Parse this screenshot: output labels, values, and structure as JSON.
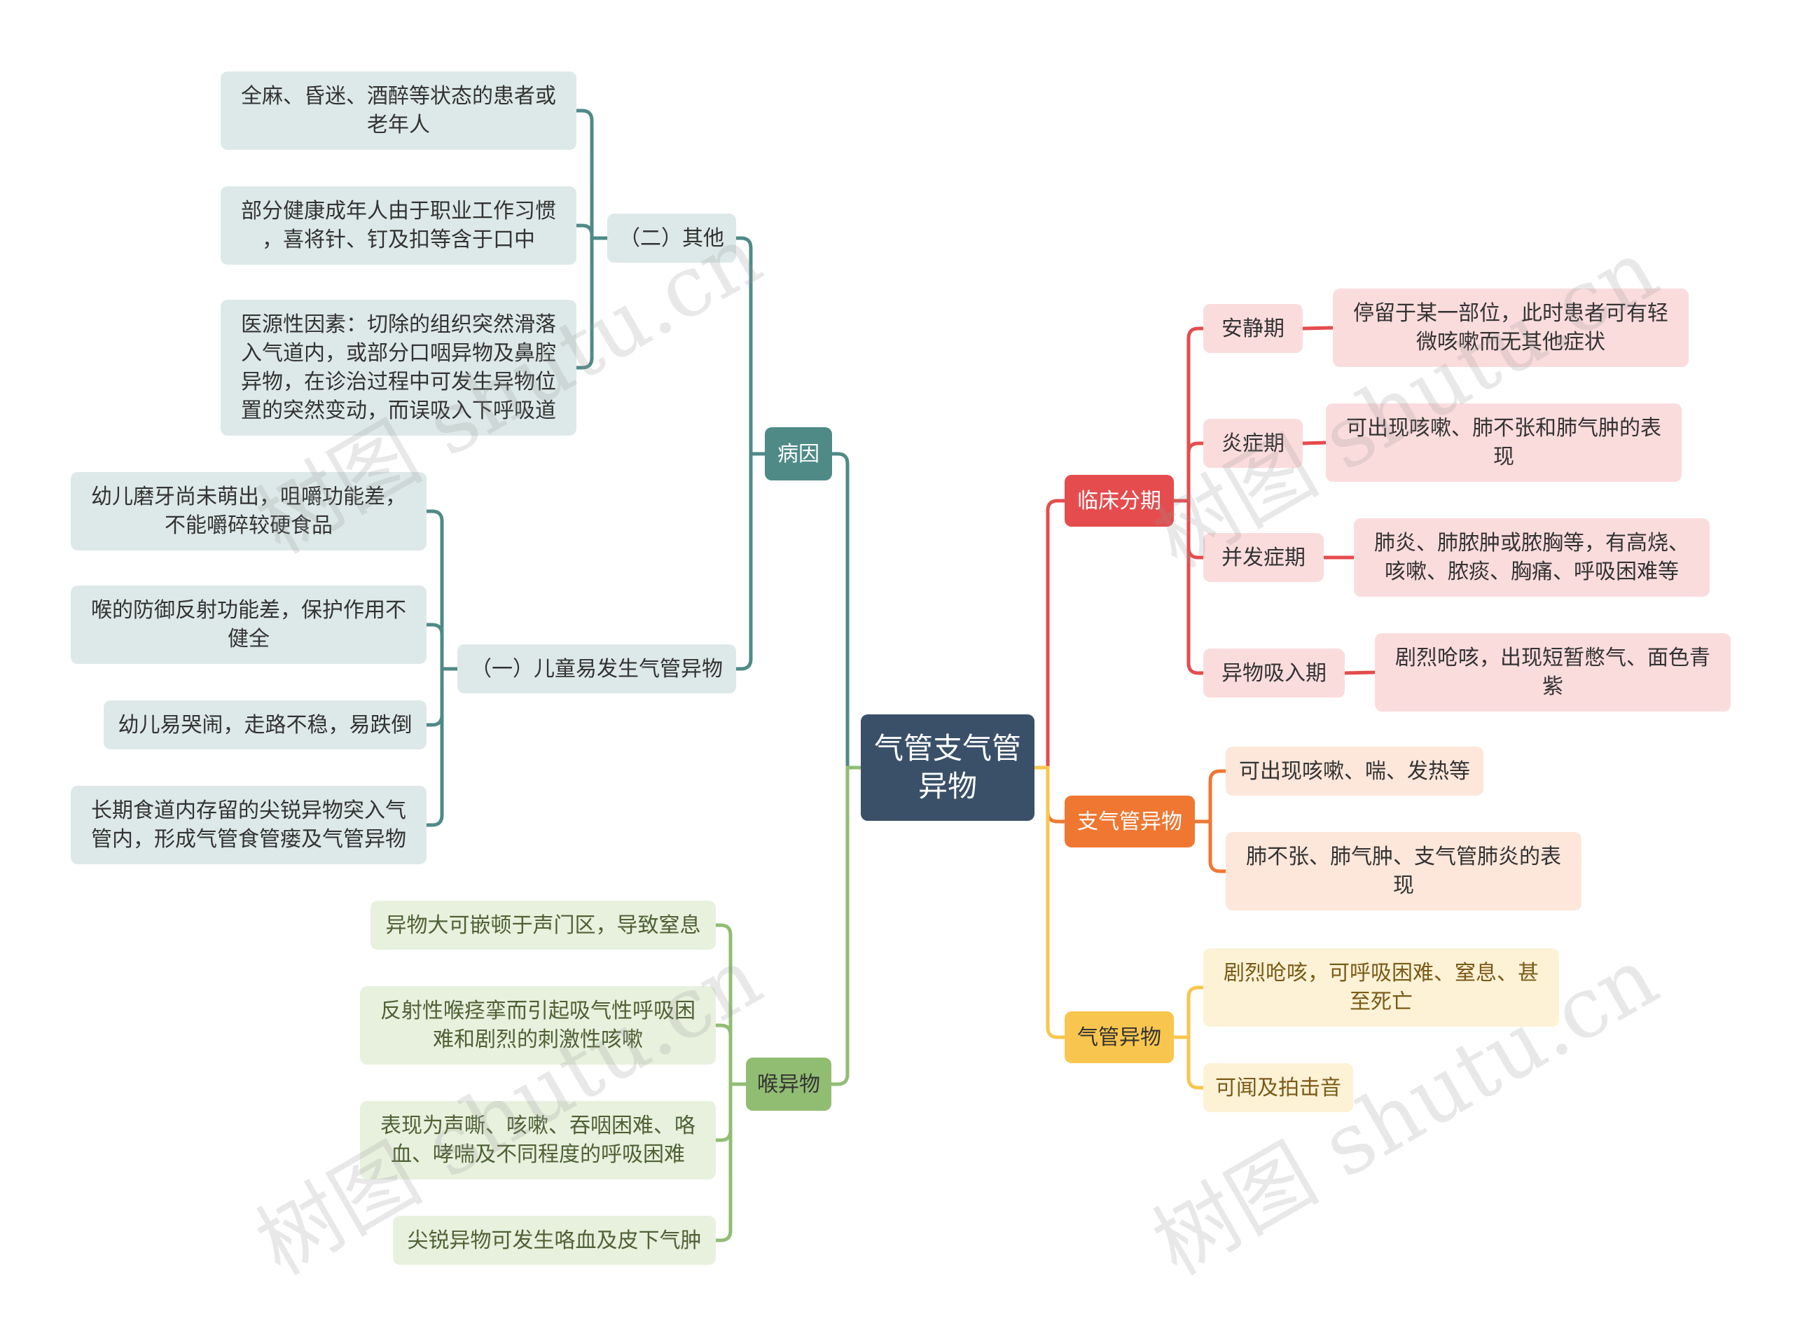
{
  "root": "气管支气管\n异物",
  "left": {
    "cause": {
      "label": "病因",
      "other": {
        "label": "（二）其他",
        "items": [
          "全麻、昏迷、酒醉等状态的患者或\n老年人",
          "部分健康成年人由于职业工作习惯\n，喜将针、钉及扣等含于口中",
          "医源性因素：切除的组织突然滑落\n入气道内，或部分口咽异物及鼻腔\n异物，在诊治过程中可发生异物位\n置的突然变动，而误吸入下呼吸道"
        ]
      },
      "children": {
        "label": "（一）儿童易发生气管异物",
        "items": [
          "幼儿磨牙尚未萌出，咀嚼功能差，\n不能嚼碎较硬食品",
          "喉的防御反射功能差，保护作用不\n健全",
          "幼儿易哭闹，走路不稳，易跌倒",
          "长期食道内存留的尖锐异物突入气\n管内，形成气管食管瘘及气管异物"
        ]
      }
    },
    "larynx": {
      "label": "喉异物",
      "items": [
        "异物大可嵌顿于声门区，导致窒息",
        "反射性喉痉挛而引起吸气性呼吸困\n难和剧烈的刺激性咳嗽",
        "表现为声嘶、咳嗽、吞咽困难、咯\n血、哮喘及不同程度的呼吸困难",
        "尖锐异物可发生咯血及皮下气肿"
      ]
    }
  },
  "right": {
    "stages": {
      "label": "临床分期",
      "items": [
        {
          "label": "安静期",
          "desc": "停留于某一部位，此时患者可有轻\n微咳嗽而无其他症状"
        },
        {
          "label": "炎症期",
          "desc": "可出现咳嗽、肺不张和肺气肿的表\n现"
        },
        {
          "label": "并发症期",
          "desc": "肺炎、肺脓肿或脓胸等，有高烧、\n咳嗽、脓痰、胸痛、呼吸困难等"
        },
        {
          "label": "异物吸入期",
          "desc": "剧烈呛咳，出现短暂憋气、面色青\n紫"
        }
      ]
    },
    "bronchial": {
      "label": "支气管异物",
      "items": [
        "可出现咳嗽、喘、发热等",
        "肺不张、肺气肿、支气管肺炎的表\n现"
      ]
    },
    "tracheal": {
      "label": "气管异物",
      "items": [
        "剧烈呛咳，可呼吸困难、窒息、甚\n至死亡",
        "可闻及拍击音"
      ]
    }
  },
  "watermark": "树图 shutu.cn",
  "colors": {
    "teal": "#4f8a87",
    "green": "#91bd73",
    "red": "#e54c4e",
    "orange": "#f07731",
    "yellow": "#f8c64e",
    "root": "#3a5069"
  }
}
